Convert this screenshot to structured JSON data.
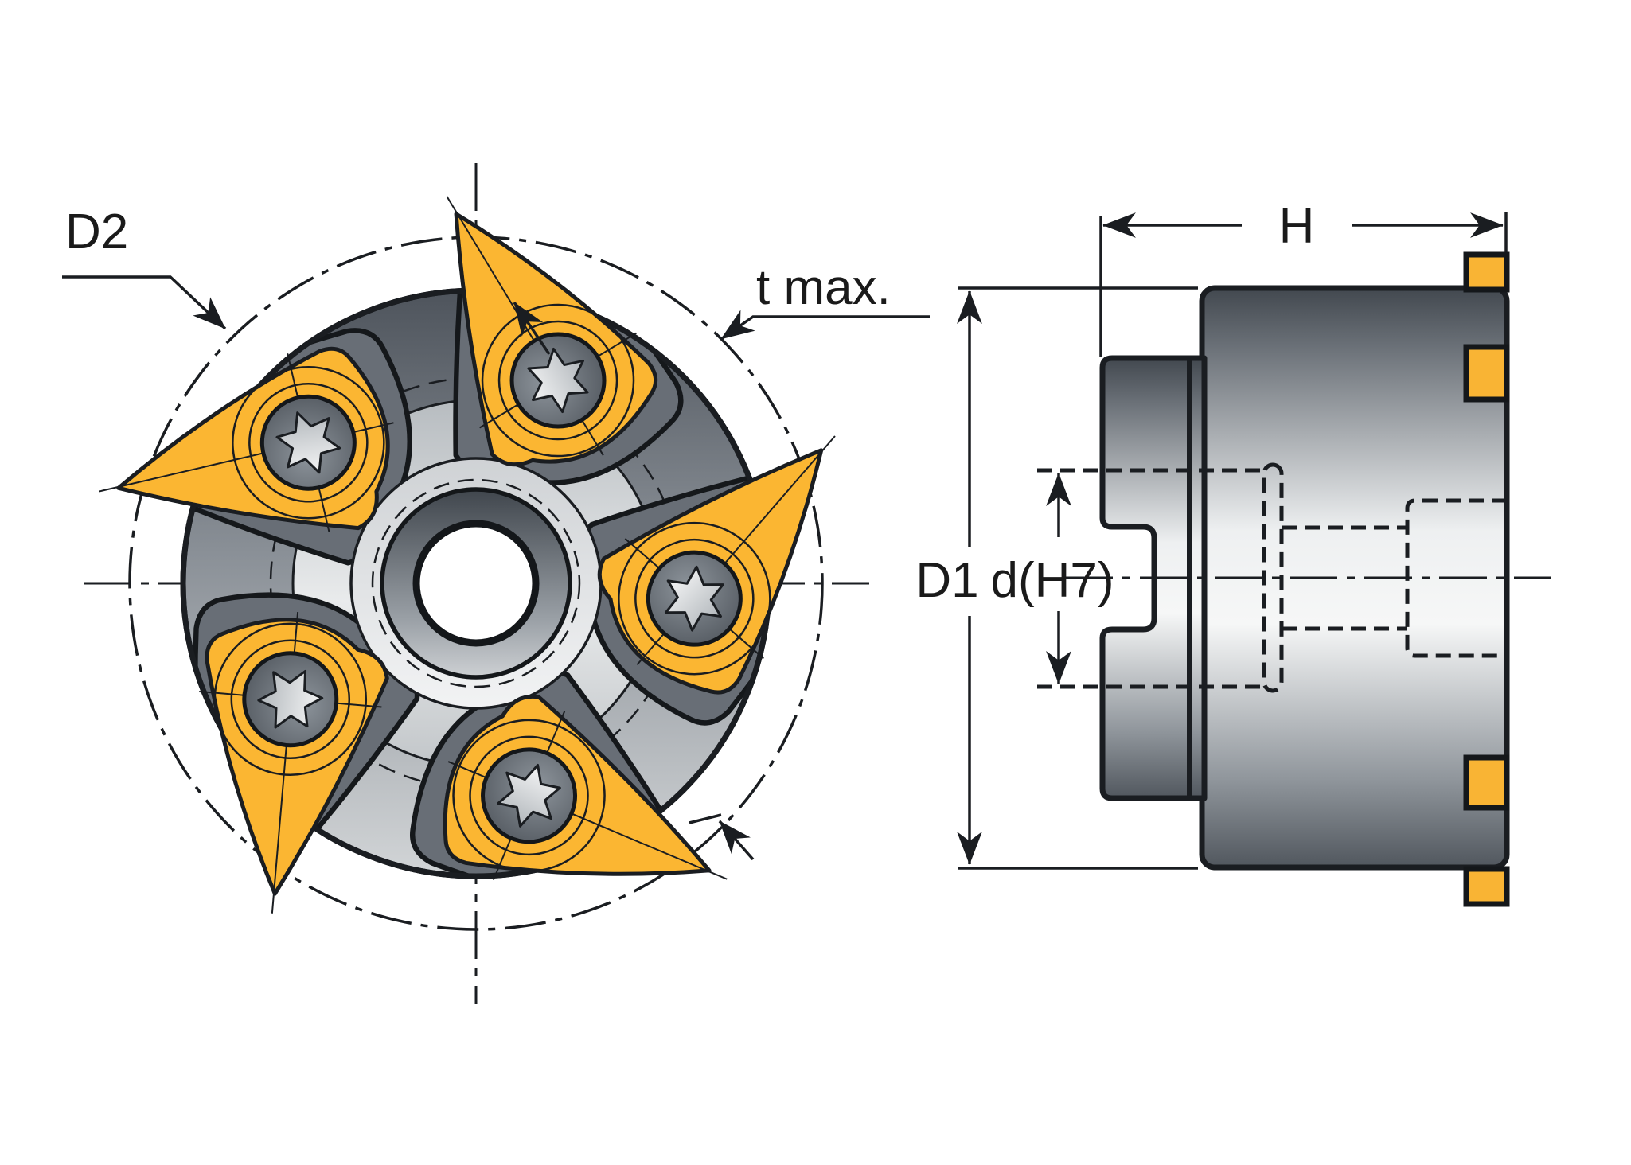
{
  "drawing": {
    "labels": {
      "d2": "D2",
      "t_max": "t max.",
      "h": "H",
      "d1": "D1",
      "d_h7": "d(H7)"
    },
    "colors": {
      "insert_yellow": "#F9B434",
      "outline": "#1a1d21",
      "body_gray_dark": "#51575e",
      "body_gray_light": "#eef0f1",
      "pocket_gray": "#686e76",
      "background": "#ffffff"
    }
  }
}
